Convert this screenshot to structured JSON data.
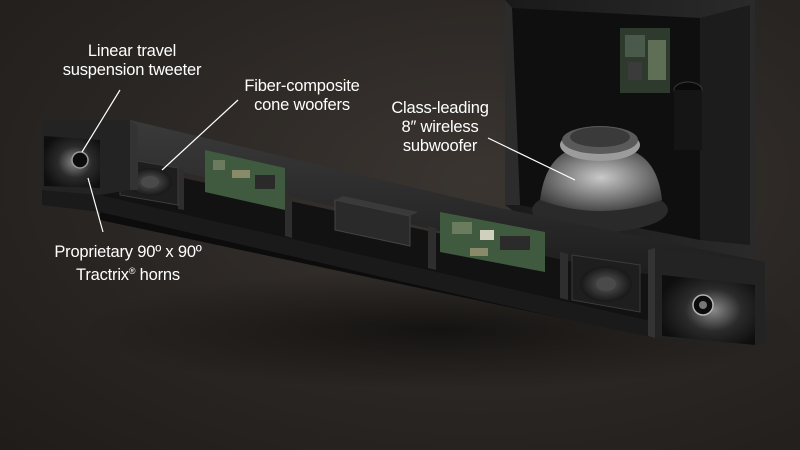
{
  "callouts": {
    "tweeter": {
      "lines": [
        "Linear travel",
        "suspension tweeter"
      ]
    },
    "woofers": {
      "lines": [
        "Fiber-composite",
        "cone woofers"
      ]
    },
    "subwoofer": {
      "lines": [
        "Class-leading",
        "8″ wireless",
        "subwoofer"
      ]
    },
    "horns": {
      "line1": "Proprietary 90º x 90º",
      "line2_main": "Tractrix",
      "line2_mark": "®",
      "line2_rest": " horns"
    }
  },
  "colors": {
    "background": "#2a2623",
    "callout_text": "#ffffff",
    "leader_line": "#ffffff",
    "soundbar_body": "#141414",
    "circuit_board": "#3f5a3f"
  },
  "icons": [
    "tweeter-horn",
    "woofer-driver",
    "subwoofer-driver",
    "circuit-board"
  ]
}
